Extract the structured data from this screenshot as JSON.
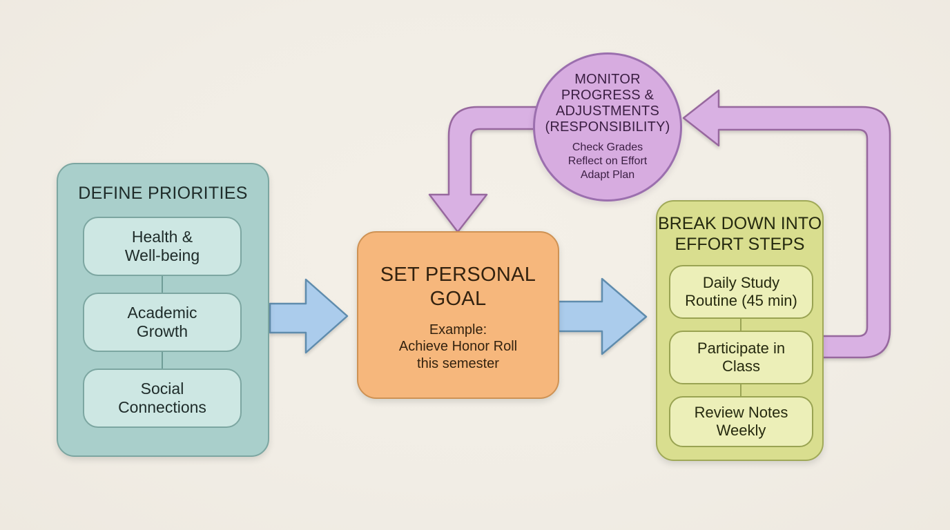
{
  "canvas": {
    "background": "#F1EDE5"
  },
  "define_priorities": {
    "title": "DEFINE PRIORITIES",
    "items": [
      "Health &\nWell-being",
      "Academic\nGrowth",
      "Social\nConnections"
    ],
    "colors": {
      "fill": "#A9CFCB",
      "item_fill": "#CDE7E3",
      "border": "#7CA6A1",
      "text": "#1E2B29"
    }
  },
  "set_goal": {
    "title": "SET PERSONAL\nGOAL",
    "example": "Example:\nAchieve Honor Roll\nthis semester",
    "colors": {
      "fill": "#F6B77C",
      "border": "#CE9254",
      "text": "#33220F"
    }
  },
  "effort_steps": {
    "title": "BREAK DOWN INTO\nEFFORT STEPS",
    "items": [
      "Daily Study\nRoutine (45 min)",
      "Participate in\nClass",
      "Review Notes\nWeekly"
    ],
    "colors": {
      "fill": "#D9DE8F",
      "item_fill": "#ECEFB8",
      "border": "#A0A958",
      "text": "#25290F"
    }
  },
  "monitor": {
    "title": "MONITOR\nPROGRESS &\nADJUSTMENTS\n(RESPONSIBILITY)",
    "details": "Check Grades\nReflect on Effort\nAdapt Plan",
    "colors": {
      "fill": "#D7ACE0",
      "border": "#9B6FAE",
      "text": "#3A1E42"
    }
  },
  "arrows": {
    "blue": {
      "fill": "#ABCCEC",
      "stroke": "#5F8CAD"
    },
    "purple": {
      "fill": "#D9B1E3",
      "stroke": "#97689E"
    }
  }
}
